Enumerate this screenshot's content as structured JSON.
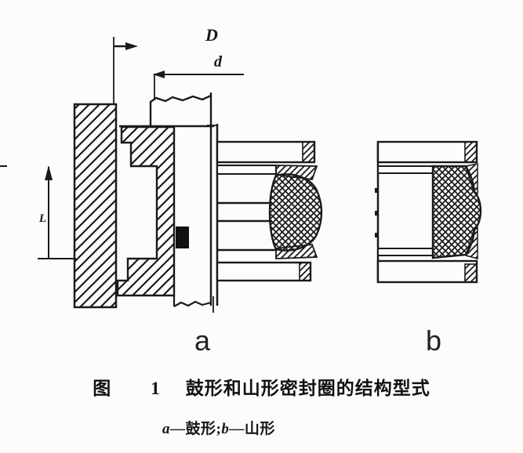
{
  "drawing": {
    "dimensions": {
      "outer_diameter_label": "D",
      "inner_diameter_label": "d",
      "length_label": "L"
    },
    "part_labels": {
      "a": "a",
      "b": "b"
    },
    "colors": {
      "ink": "#1a1a1a",
      "paper": "#fcfcfa"
    }
  },
  "caption": {
    "figure_word": "图",
    "figure_number": "1",
    "title": "鼓形和山形密封圈的结构型式",
    "legend_a_letter": "a",
    "legend_a_text": "—鼓形;",
    "legend_b_letter": "b",
    "legend_b_text": "—山形"
  }
}
